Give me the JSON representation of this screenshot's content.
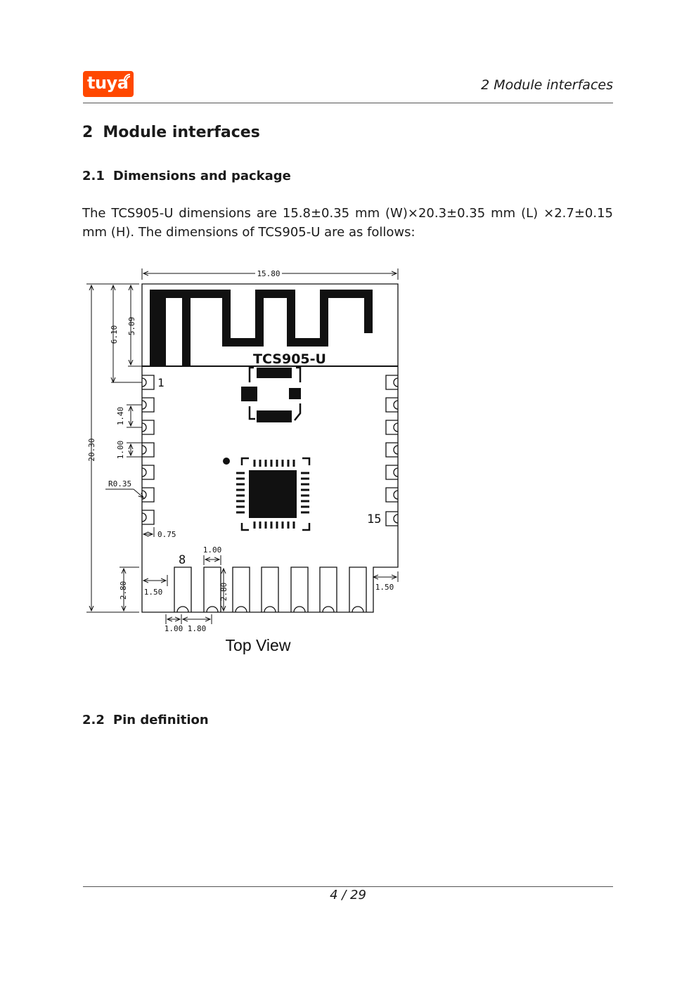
{
  "header": {
    "logo_text": "tuya",
    "section": "2 Module interfaces"
  },
  "section": {
    "number": "2",
    "title": "Module interfaces"
  },
  "subsection_1": {
    "number": "2.1",
    "title": "Dimensions and package"
  },
  "paragraph": "The TCS905-U dimensions are 15.8±0.35 mm (W)×20.3±0.35 mm (L) ×2.7±0.15 mm (H). The dimensions of TCS905-U are as follows:",
  "figure": {
    "module_name": "TCS905-U",
    "caption": "Top View",
    "pin_1": "1",
    "pin_8": "8",
    "pin_15": "15",
    "dims": {
      "width": "15.80",
      "length": "20.30",
      "antenna_a": "6.10",
      "antenna_b": "5.09",
      "pitch_a": "1.40",
      "pad": "1.00",
      "radius": "R0.35",
      "offset": "0.75",
      "bottom_pad": "1.00",
      "side_margin_l": "1.50",
      "side_margin_r": "1.50",
      "pad_height_l": "2.80",
      "pad_height_m": "2.80",
      "bottom_a": "1.00",
      "bottom_b": "1.80"
    }
  },
  "subsection_2": {
    "number": "2.2",
    "title": "Pin definition"
  },
  "footer": {
    "page": "4 / 29"
  }
}
